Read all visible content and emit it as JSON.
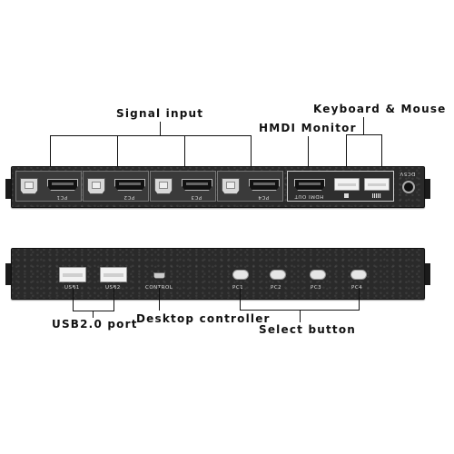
{
  "labels": {
    "signal_input": "Signal input",
    "hdmi_monitor": "HMDI Monitor",
    "keyboard_mouse": "Keyboard & Mouse",
    "usb_port": "USB2.0 port",
    "desktop_controller": "Desktop controller",
    "select_button": "Select button"
  },
  "top_panel": {
    "pc_labels": [
      "PC1",
      "PC2",
      "PC3",
      "PC4"
    ],
    "hdmi_out_label": "HDMI OUT",
    "dc_label": "DC5V"
  },
  "bottom_panel": {
    "usb_labels": [
      "USB1",
      "USB2"
    ],
    "control_label": "CONTROL",
    "button_labels": [
      "PC1",
      "PC2",
      "PC3",
      "PC4"
    ]
  },
  "colors": {
    "panel": "#2a2a2a",
    "text": "#111111"
  }
}
